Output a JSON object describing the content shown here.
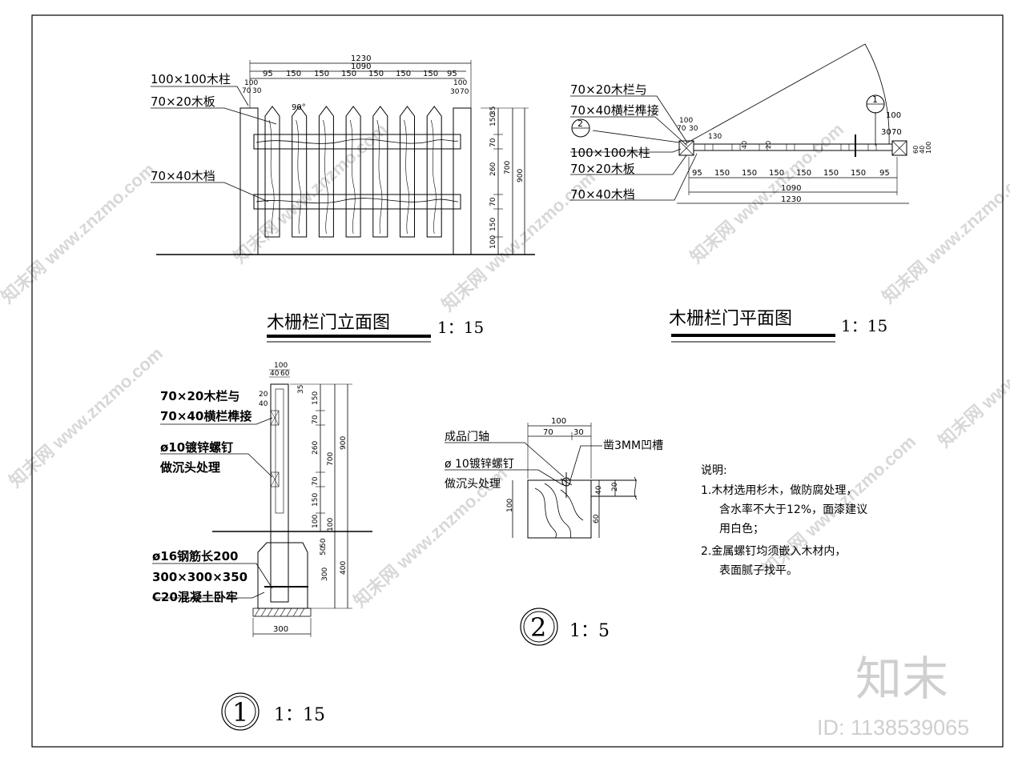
{
  "elevation": {
    "title": "木栅栏门立面图",
    "scale": "1：15",
    "labels": [
      "100×100木柱",
      "70×20木板",
      "70×40木档"
    ],
    "top_dims": [
      "1230",
      "1090"
    ],
    "seg_dims": [
      "95",
      "150",
      "150",
      "150",
      "150",
      "150",
      "150",
      "95"
    ],
    "left_dims": [
      "100",
      "70",
      "30"
    ],
    "right_dims": [
      "100",
      "30",
      "70"
    ],
    "angle": "90°",
    "vert_dims": [
      "35",
      "150",
      "70",
      "260",
      "70",
      "150",
      "100"
    ],
    "vert_totals": [
      "700",
      "900"
    ]
  },
  "plan": {
    "title": "木栅栏门平面图",
    "scale": "1：15",
    "labels": [
      "70×20木栏与",
      "70×40横栏榫接",
      "100×100木柱",
      "70×20木板",
      "70×40木档"
    ],
    "callouts": [
      "1",
      "2"
    ],
    "seg_dims": [
      "95",
      "150",
      "150",
      "150",
      "150",
      "150",
      "150",
      "95"
    ],
    "bottom_dims": [
      "1090",
      "1230"
    ],
    "left_dims": [
      "100",
      "70",
      "30",
      "130"
    ],
    "right_dims": [
      "100",
      "30",
      "70"
    ],
    "small_dims": [
      "40",
      "20"
    ],
    "side_dims": [
      "60",
      "40",
      "100"
    ]
  },
  "detail1": {
    "scale": "1：15",
    "label": "1",
    "labels": [
      "70×20木栏与",
      "70×40横栏榫接",
      "ø10镀锌螺钉",
      "做沉头处理",
      "ø16钢筋长200",
      "300×300×350",
      "C20混凝土卧牢"
    ],
    "top_dims": [
      "100",
      "40",
      "60"
    ],
    "small_dims": [
      "20",
      "40",
      "35"
    ],
    "vert_dims": [
      "150",
      "70",
      "260",
      "70",
      "150",
      "100"
    ],
    "vert_totals": [
      "700",
      "900"
    ],
    "lower_dims": [
      "50",
      "50",
      "100",
      "300",
      "400"
    ],
    "base_dim": "300"
  },
  "detail2": {
    "scale": "1：5",
    "label": "2",
    "labels": [
      "成品门轴",
      "凿3MM凹槽",
      "ø 10镀锌螺钉",
      "做沉头处理"
    ],
    "top_dims": [
      "100",
      "70",
      "30"
    ],
    "dims": [
      "20",
      "40",
      "100",
      "60"
    ]
  },
  "notes": {
    "heading": "说明:",
    "lines": [
      "1.木材选用杉木，做防腐处理，",
      "含水率不大于12%，面漆建议",
      "用白色；",
      "2.金属螺钉均须嵌入木材内，",
      "表面腻子找平。"
    ]
  },
  "brand": {
    "logo": "知末",
    "id": "ID: 1138539065",
    "watermark": "知末网 www.znzmo.com"
  }
}
